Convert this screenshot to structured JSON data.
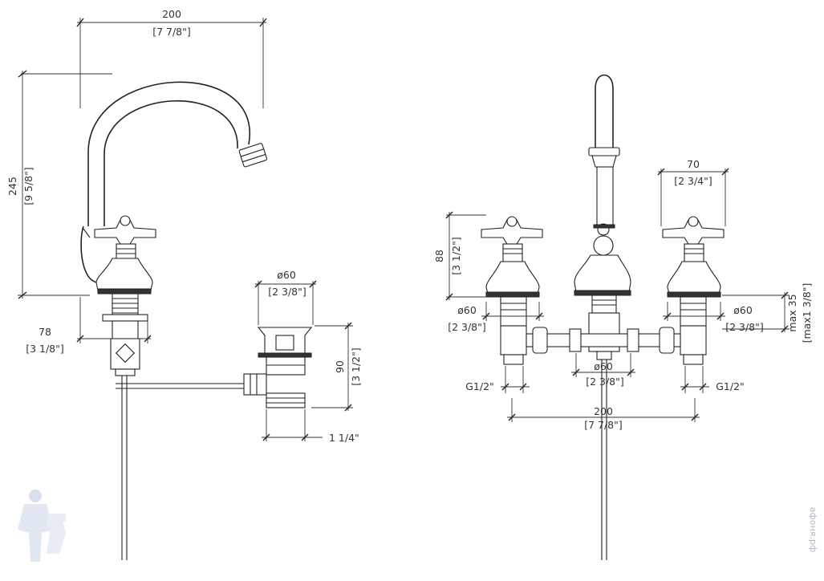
{
  "side_view": {
    "spout_width_mm": "200",
    "spout_width_in": "[7 7/8\"]",
    "height_mm": "245",
    "height_in": "[9 5/8\"]",
    "reach_mm": "78",
    "reach_in": "[3 1/8\"]",
    "drain_diameter_mm": "ø60",
    "drain_diameter_in": "[2 3/8\"]",
    "drain_height_mm": "90",
    "drain_height_in": "[3 1/2\"]",
    "drain_thread": "1 1/4\""
  },
  "front_view": {
    "handle_height_mm": "88",
    "handle_height_in": "[3 1/2\"]",
    "handle_spacing_mm": "70",
    "handle_spacing_in": "[2 3/4\"]",
    "valve_diameter_left_mm": "ø60",
    "valve_diameter_left_in": "[2 3/8\"]",
    "valve_diameter_right_mm": "ø60",
    "valve_diameter_right_in": "[2 3/8\"]",
    "spout_base_diameter_mm": "ø60",
    "spout_base_diameter_in": "[2 3/8\"]",
    "thread_left": "G1/2\"",
    "thread_right": "G1/2\"",
    "deck_thickness_mm": "max 35",
    "deck_thickness_in": "[max1 3/8\"]",
    "centers_mm": "200",
    "centers_in": "[7 7/8\"]"
  },
  "watermark": {
    "site": "афоня.рф",
    "logo_icon": "plumber-logo-icon"
  }
}
